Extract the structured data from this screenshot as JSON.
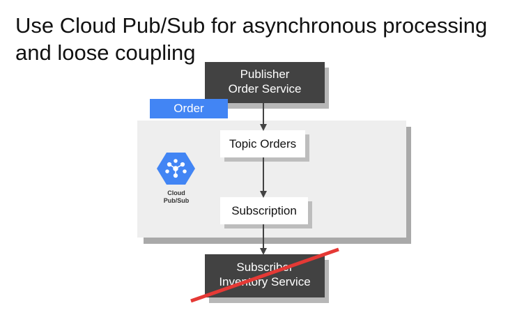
{
  "title": {
    "line1": "Use Cloud Pub/Sub for asynchronous processing",
    "line2": "and loose coupling"
  },
  "publisher": {
    "line1": "Publisher",
    "line2": "Order Service"
  },
  "message_chip": "Order",
  "topic": "Topic Orders",
  "subscription": "Subscription",
  "product": {
    "line1": "Cloud",
    "line2": "Pub/Sub",
    "icon": "pubsub-icon"
  },
  "subscriber": {
    "line1": "Subscriber",
    "line2": "Inventory Service",
    "status": "crossed out"
  },
  "colors": {
    "accent_blue": "#4285f4",
    "dark_box": "#424242",
    "panel": "#eeeeee",
    "strike": "#e53935",
    "arrow": "#424242"
  }
}
